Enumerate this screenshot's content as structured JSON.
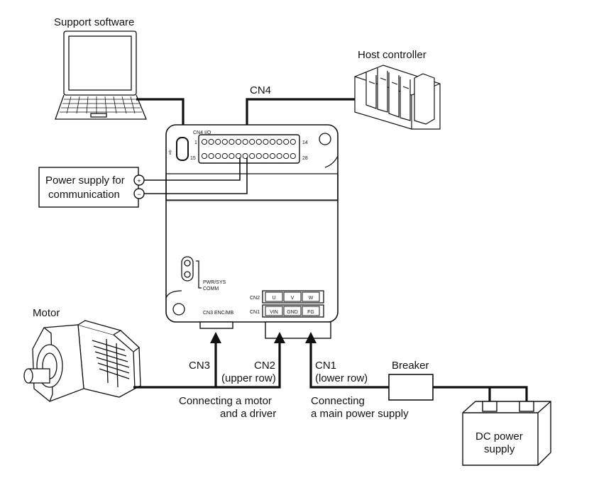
{
  "labels": {
    "support_software": "Support software",
    "host_controller": "Host controller",
    "cn4": "CN4",
    "power_supply_line1": "Power supply for",
    "power_supply_line2": "communication",
    "motor": "Motor",
    "cn3": "CN3",
    "cn2": "CN2",
    "cn2_sub": "(upper row)",
    "cn1": "CN1",
    "cn1_sub": "(lower row)",
    "breaker": "Breaker",
    "motor_conn_line1": "Connecting a motor",
    "motor_conn_line2": "and a driver",
    "main_conn_line1": "Connecting",
    "main_conn_line2": "a main power supply",
    "dc_line1": "DC power",
    "dc_line2": "supply"
  },
  "driver": {
    "cn4_io": "CN4  I/O",
    "pin_1": "1",
    "pin_15": "15",
    "pin_14": "14",
    "pin_28": "28",
    "pwr_sys": "PWR/SYS",
    "comm": "COMM",
    "cn3_enc_mb": "CN3 ENC/MB",
    "cn2_tag": "CN2",
    "cn1_tag": "CN1",
    "terminals_upper": [
      "U",
      "V",
      "W"
    ],
    "terminals_lower": [
      "VIN",
      "GND",
      "FG"
    ]
  },
  "symbols": {
    "plus": "+",
    "minus": "−"
  }
}
